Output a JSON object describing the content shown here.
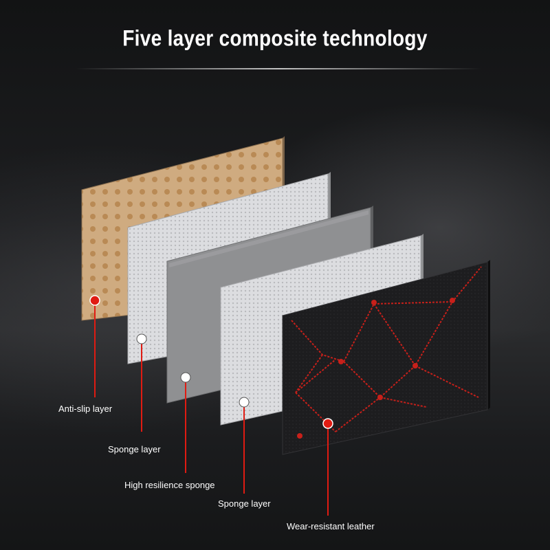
{
  "title": "Five layer composite technology",
  "colors": {
    "accent_red": "#e01b12",
    "leather": "#1c1c1e",
    "stitch": "#c8201a",
    "anti_slip": "#c9a478",
    "sponge": "#d9dadc",
    "high_resilience": "#8e8f91"
  },
  "layers": [
    {
      "label": "Anti-slip layer"
    },
    {
      "label": "Sponge layer"
    },
    {
      "label": "High resilience sponge"
    },
    {
      "label": "Sponge layer"
    },
    {
      "label": "Wear-resistant leather"
    }
  ]
}
